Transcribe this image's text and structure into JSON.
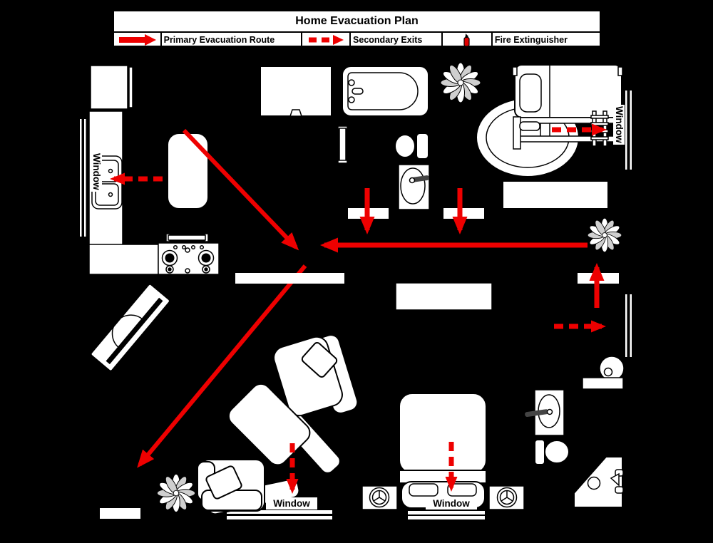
{
  "title": "Home Evacuation Plan",
  "legend": {
    "items": [
      {
        "icon": "primary-route-arrow-icon",
        "label": "Primary Evacuation Route"
      },
      {
        "icon": "secondary-exit-arrow-icon",
        "label": "Secondary Exits"
      },
      {
        "icon": "fire-extinguisher-icon",
        "label": "Fire Extinguisher"
      }
    ]
  },
  "windows": {
    "kitchen": "Window",
    "bedroom_right": "Window",
    "living_room": "Window",
    "bedroom_master": "Window"
  },
  "colors": {
    "route_red": "#ee0000",
    "background": "#000000",
    "floor_shapes": "#ffffff",
    "outline": "#000000"
  }
}
